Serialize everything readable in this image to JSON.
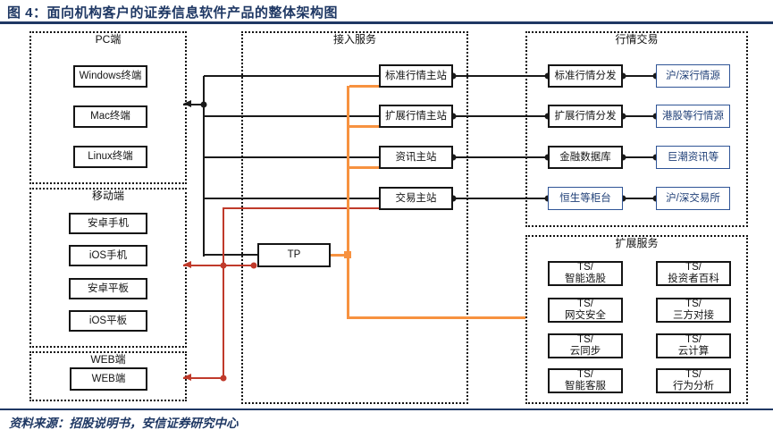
{
  "title": "图 4：面向机构客户的证券信息软件产品的整体架构图",
  "source_note": "资料来源：招股说明书，安信证券研究中心",
  "colors": {
    "accent_navy": "#1f3864",
    "line_black": "#1a1a1a",
    "line_red": "#c03a2b",
    "line_orange": "#f79240",
    "blue_box": "#2f5496"
  },
  "groups": {
    "pc": {
      "label": "PC端"
    },
    "mobile": {
      "label": "移动端"
    },
    "web": {
      "label": "WEB端"
    },
    "access": {
      "label": "接入服务"
    },
    "quote": {
      "label": "行情交易"
    },
    "ext": {
      "label": "扩展服务"
    }
  },
  "nodes": {
    "windows": "Windows终端",
    "mac": "Mac终端",
    "linux": "Linux终端",
    "android_phone": "安卓手机",
    "ios_phone": "iOS手机",
    "android_pad": "安卓平板",
    "ios_pad": "iOS平板",
    "web_terminal": "WEB端",
    "std_quote_host": "标准行情主站",
    "ext_quote_host": "扩展行情主站",
    "info_host": "资讯主站",
    "trade_host": "交易主站",
    "tp": "TP",
    "std_quote_dist": "标准行情分发",
    "sh_sz_quote_src": "沪/深行情源",
    "ext_quote_dist": "扩展行情分发",
    "hk_quote_src": "港股等行情源",
    "fin_database": "金融数据库",
    "juchao_info": "巨潮资讯等",
    "hengsheng_counter": "恒生等柜台",
    "sh_sz_exchange": "沪/深交易所",
    "ts_stock_pick": {
      "l1": "TS/",
      "l2": "智能选股"
    },
    "ts_investor_wiki": {
      "l1": "TS/",
      "l2": "投资者百科"
    },
    "ts_net_security": {
      "l1": "TS/",
      "l2": "网交安全"
    },
    "ts_third_party": {
      "l1": "TS/",
      "l2": "三方对接"
    },
    "ts_cloud_sync": {
      "l1": "TS/",
      "l2": "云同步"
    },
    "ts_cloud_compute": {
      "l1": "TS/",
      "l2": "云计算"
    },
    "ts_smart_service": {
      "l1": "TS/",
      "l2": "智能客服"
    },
    "ts_behavior": {
      "l1": "TS/",
      "l2": "行为分析"
    }
  }
}
